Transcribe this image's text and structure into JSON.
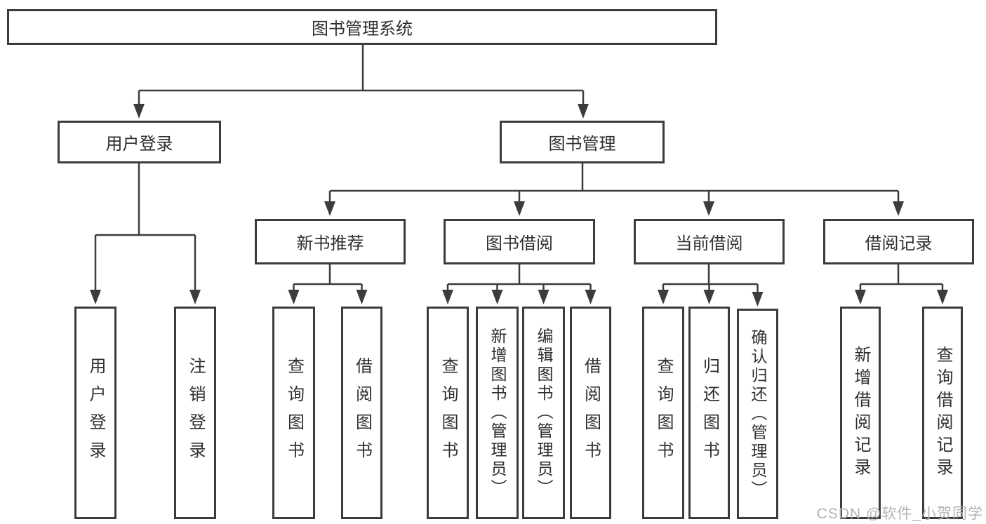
{
  "diagram": {
    "title": "图书管理系统",
    "root": {
      "label": "图书管理系统"
    },
    "level2": {
      "user_login": {
        "label": "用户登录"
      },
      "book_mgmt": {
        "label": "图书管理"
      }
    },
    "level3": {
      "new_books": {
        "label": "新书推荐"
      },
      "book_borrow": {
        "label": "图书借阅"
      },
      "current_borrow": {
        "label": "当前借阅"
      },
      "borrow_records": {
        "label": "借阅记录"
      }
    },
    "leaves": {
      "user_login_children": {
        "login": {
          "label": "用户登录"
        },
        "logout": {
          "label": "注销登录"
        }
      },
      "new_books_children": {
        "query": {
          "label": "查询图书"
        },
        "borrow": {
          "label": "借阅图书"
        }
      },
      "book_borrow_children": {
        "query": {
          "label": "查询图书"
        },
        "add": {
          "label": "新增图书（管理员）"
        },
        "edit": {
          "label": "编辑图书（管理员）"
        },
        "borrow": {
          "label": "借阅图书"
        }
      },
      "current_borrow_children": {
        "query": {
          "label": "查询图书"
        },
        "return": {
          "label": "归还图书"
        },
        "confirm_return": {
          "label": "确认归还（管理员）"
        }
      },
      "borrow_records_children": {
        "add_record": {
          "label": "新增借阅记录"
        },
        "query_record": {
          "label": "查询借阅记录"
        }
      }
    }
  },
  "watermark": {
    "text": "CSDN @软件_小贺同学"
  },
  "colors": {
    "line": "#3c3c3c",
    "box_border": "#3c3c3c",
    "text": "#2f2f2f",
    "watermark": "#b3b3b3",
    "background": "#ffffff"
  }
}
